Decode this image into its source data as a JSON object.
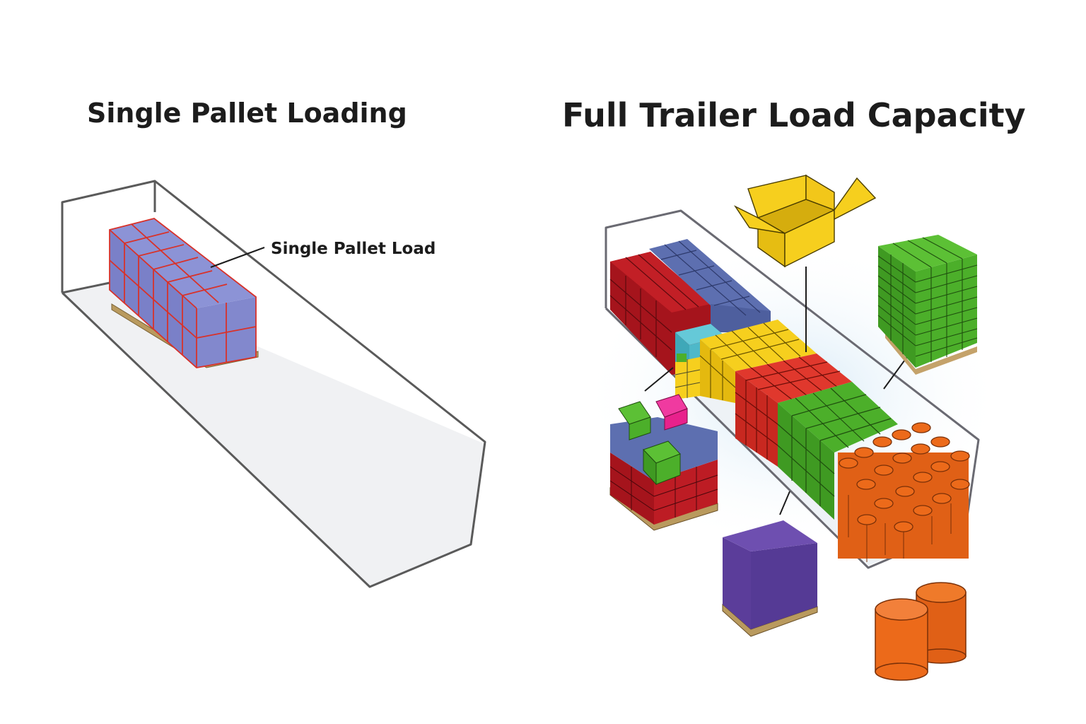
{
  "left_panel": {
    "title": "Single Pallet Loading",
    "callout_label": "Single Pallet Load"
  },
  "right_panel": {
    "title": "Full Trailer Load Capacity"
  },
  "colors": {
    "trailer_outline": "#5a5a5a",
    "trailer_floor": "#f0f1f3",
    "single_pallet_box": "#7f86cc",
    "single_pallet_grid": "#d8322a",
    "pallet_wood": "#b99a5e",
    "dark_red": "#a5141c",
    "steel_blue": "#5d6fb0",
    "teal": "#4eb8c9",
    "yellow": "#f6cf1e",
    "red": "#d92d25",
    "green": "#4caf2a",
    "orange": "#ec6a1a",
    "purple": "#5b3d9a",
    "magenta": "#e8218c"
  }
}
